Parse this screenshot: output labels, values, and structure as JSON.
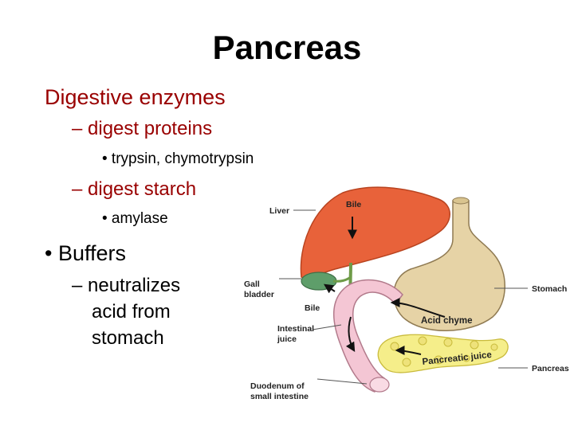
{
  "slide": {
    "title": "Pancreas",
    "bullets": {
      "digestive_enzymes": "Digestive enzymes",
      "digest_proteins": "– digest proteins",
      "trypsin": "• trypsin, chymotrypsin",
      "digest_starch": "– digest starch",
      "amylase": "• amylase",
      "buffers": "• Buffers",
      "neutralizes_1": "– neutralizes",
      "neutralizes_2": "acid from",
      "neutralizes_3": "stomach"
    }
  },
  "figure": {
    "labels": {
      "liver": "Liver",
      "bile_top": "Bile",
      "gall_1": "Gall",
      "gall_2": "bladder",
      "bile_mid": "Bile",
      "stomach": "Stomach",
      "acid_chyme": "Acid chyme",
      "intestinal_1": "Intestinal",
      "intestinal_2": "juice",
      "pancreatic_juice": "Pancreatic juice",
      "pancreas": "Pancreas",
      "duodenum_1": "Duodenum of",
      "duodenum_2": "small intestine"
    },
    "colors": {
      "text_red": "#990000",
      "liver": "#e8623a",
      "stomach": "#e6d3a6",
      "pancreas": "#f5ee8a",
      "duodenum": "#f4c6d4",
      "gallbladder": "#5e9e6a"
    }
  }
}
